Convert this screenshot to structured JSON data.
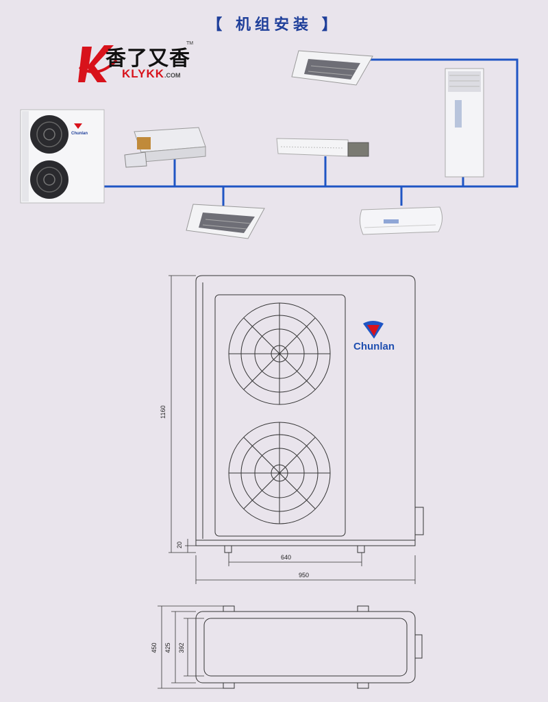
{
  "page": {
    "title": "【 机组安装 】"
  },
  "logo": {
    "chinese": "香了又香",
    "domain": "KLYKK",
    "domain_suffix": ".COM",
    "trademark": "TM"
  },
  "brand": {
    "name": "Chunlan",
    "color": "#1f4fb0"
  },
  "colors": {
    "pipe": "#1f55c4",
    "background": "#e9e4ec",
    "logo_red": "#d8121b"
  },
  "dimensions": {
    "height": "1160",
    "base_gap": "20",
    "foot_spacing": "640",
    "width": "950",
    "depth_total": "450",
    "depth_body": "425",
    "depth_inner": "392"
  }
}
